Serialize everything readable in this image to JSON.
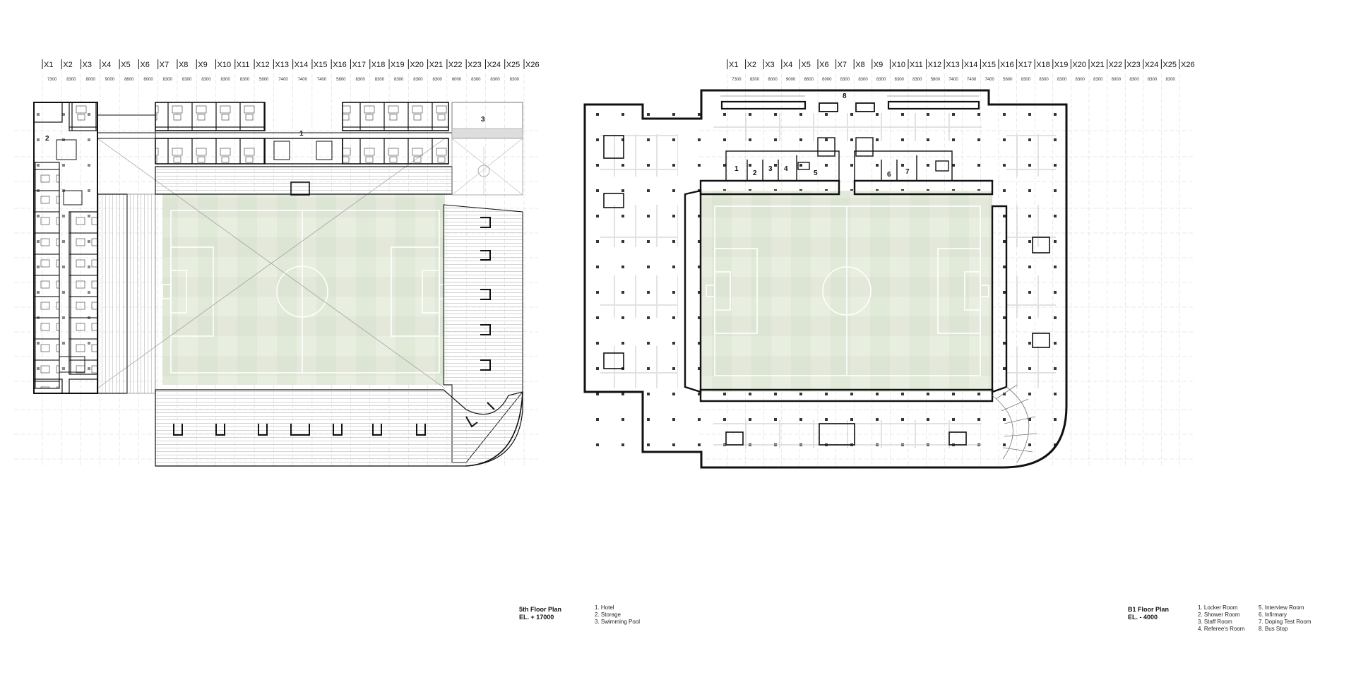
{
  "plans": [
    {
      "id": "5th",
      "title": "5th Floor Plan",
      "elevation": "EL. + 17000",
      "legend": [
        "1. Hotel",
        "2. Storage",
        "3. Swimming Pool"
      ],
      "room_numbers": [
        "1",
        "2",
        "3"
      ]
    },
    {
      "id": "b1",
      "title": "B1 Floor Plan",
      "elevation": "EL. - 4000",
      "legend_col1": [
        "1. Locker Room",
        "2. Shower Room",
        "3. Staff Room",
        "4. Referee's Room"
      ],
      "legend_col2": [
        "5. Interview Room",
        "6. Infirmary",
        "7. Doping Test Room",
        "8. Bus Stop"
      ],
      "room_numbers": [
        "1",
        "2",
        "3",
        "4",
        "5",
        "6",
        "7",
        "8"
      ]
    }
  ],
  "axis_labels": [
    "X1",
    "X2",
    "X3",
    "X4",
    "X5",
    "X6",
    "X7",
    "X8",
    "X9",
    "X10",
    "X11",
    "X12",
    "X13",
    "X14",
    "X15",
    "X16",
    "X17",
    "X18",
    "X19",
    "X20",
    "X21",
    "X22",
    "X23",
    "X24",
    "X25",
    "X26"
  ],
  "dimensions": [
    "7300",
    "8300",
    "8000",
    "9000",
    "8600",
    "6000",
    "8300",
    "8300",
    "8300",
    "8300",
    "8300",
    "5800",
    "7400",
    "7400",
    "7400",
    "5800",
    "8300",
    "8300",
    "8300",
    "8300",
    "8300",
    "6000",
    "8300",
    "8300",
    "8300"
  ],
  "colors": {
    "field": "#e6eddd",
    "wall": "#111111",
    "grid": "#d4d4d4",
    "line": "#7a7a7a"
  }
}
